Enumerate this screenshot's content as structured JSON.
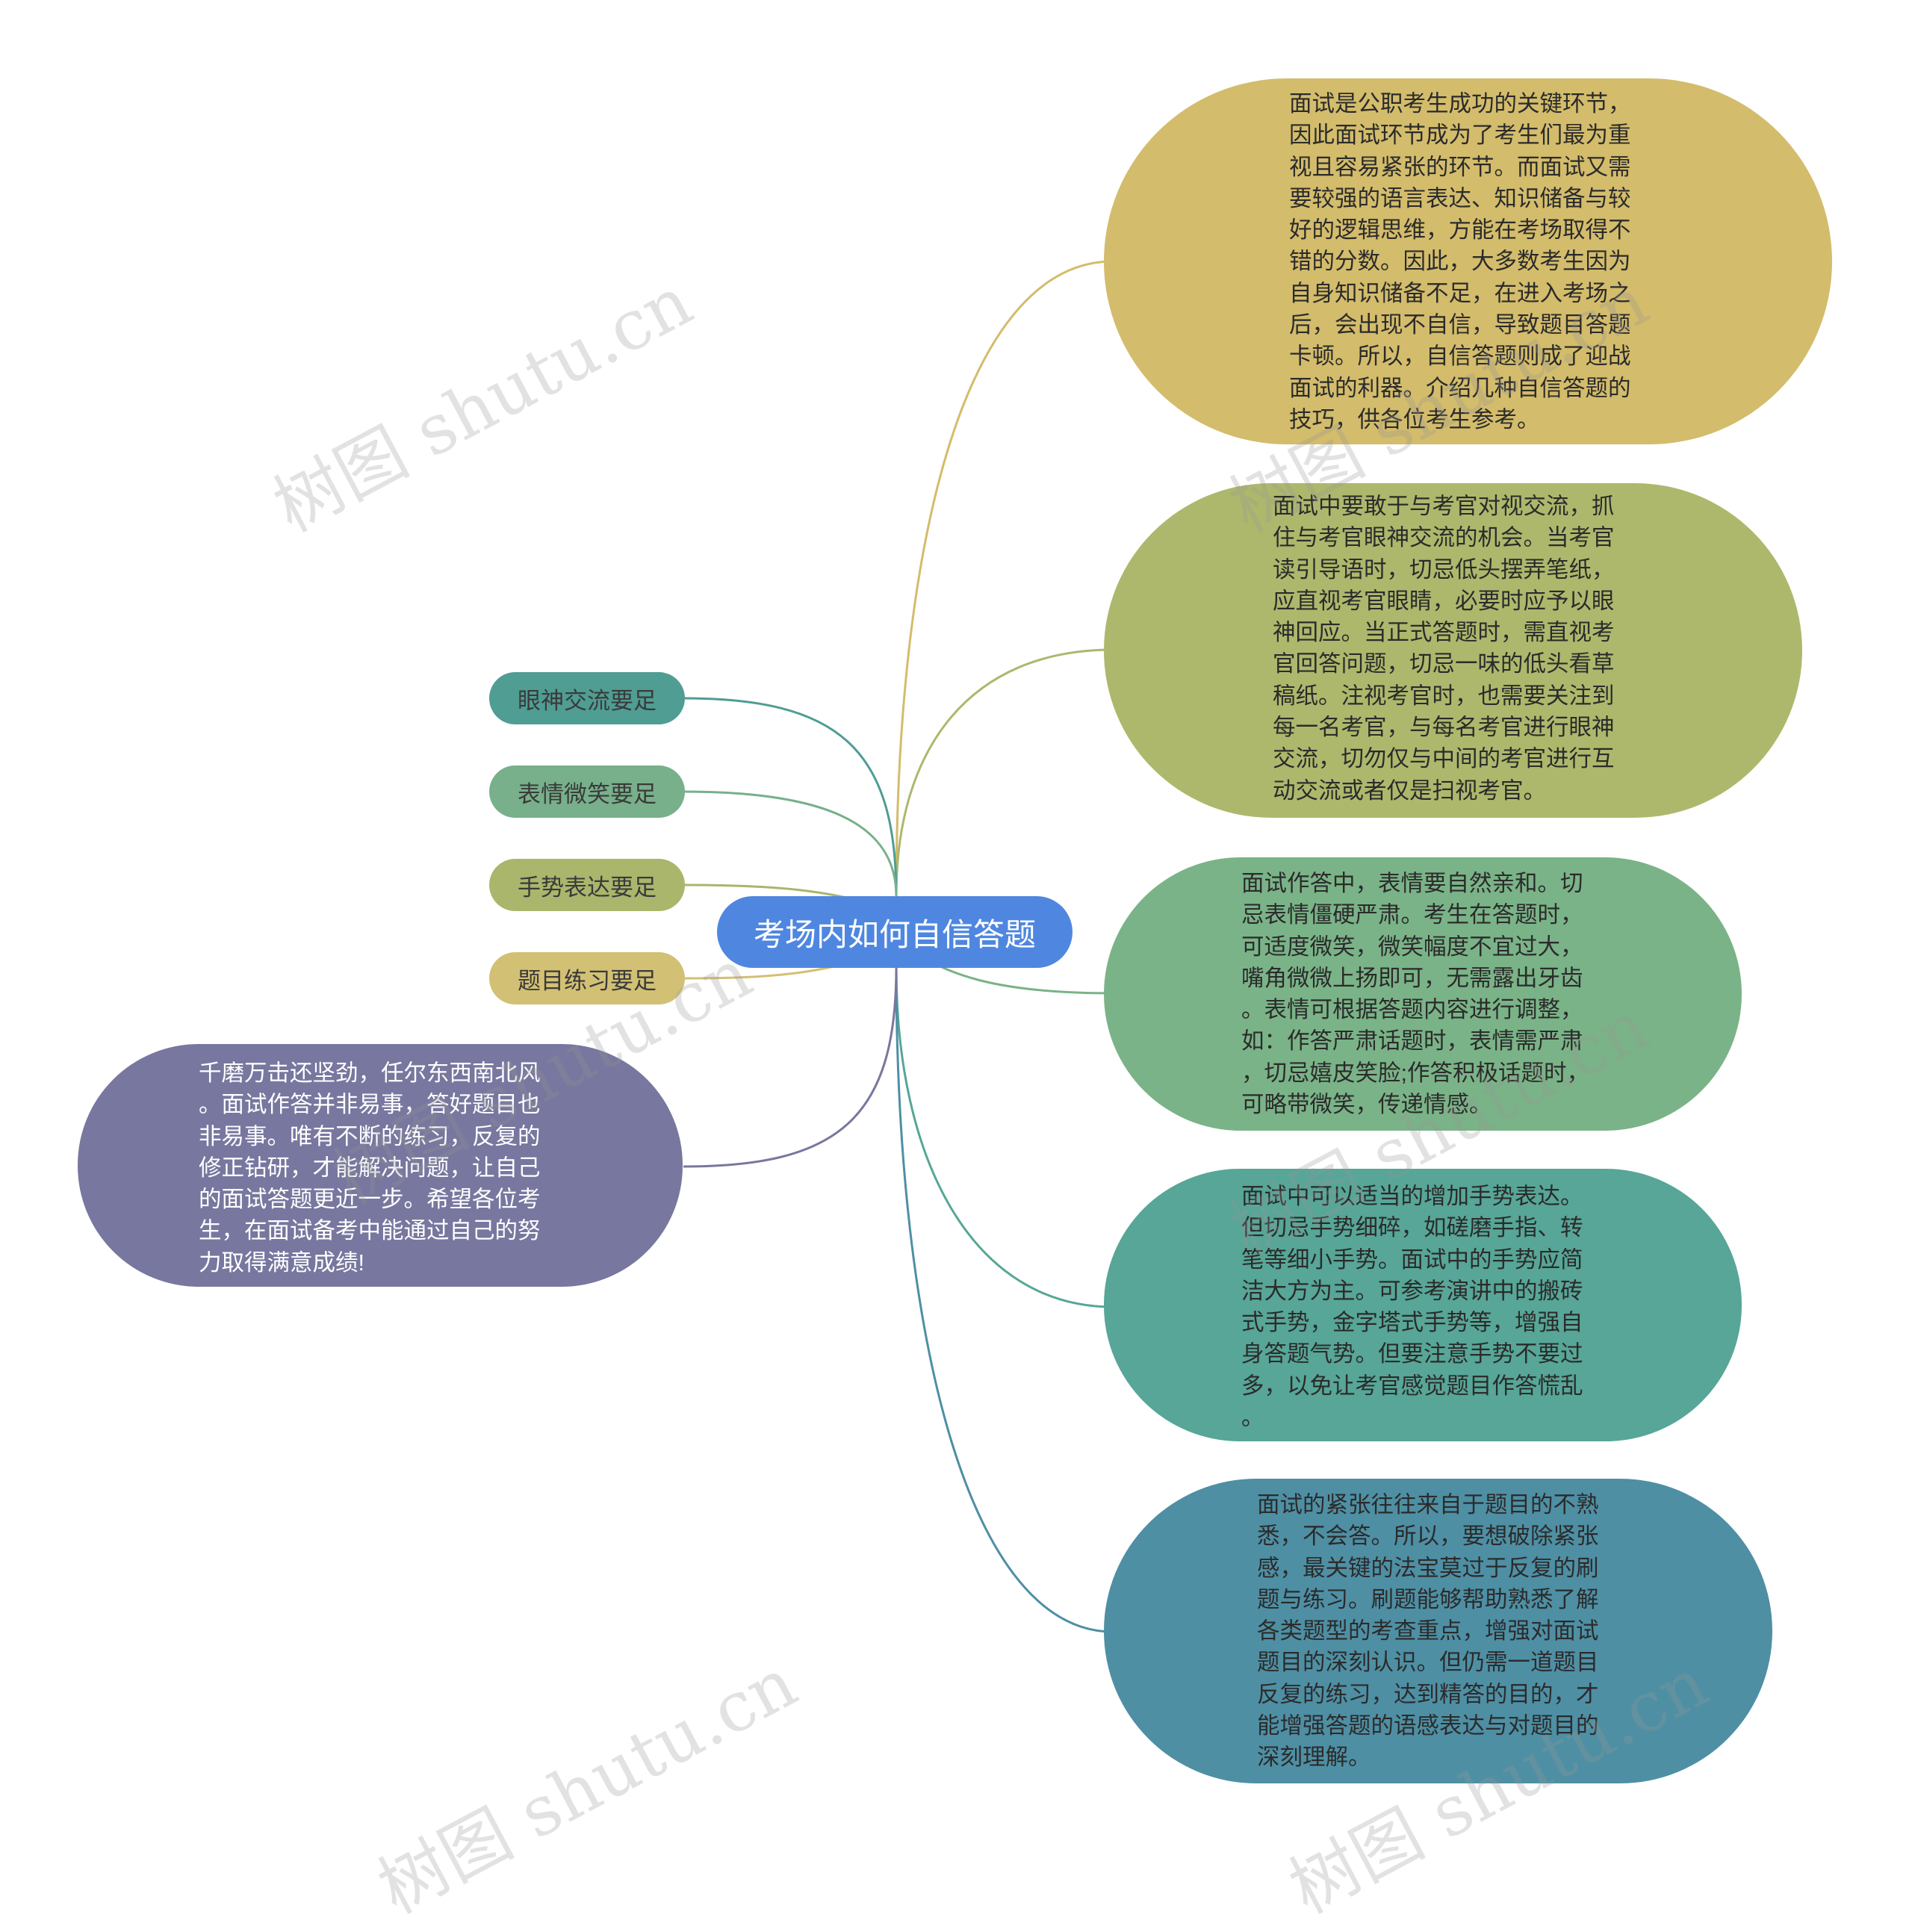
{
  "colors": {
    "root": "#4f87e0",
    "detail_1": "#d3bc6b",
    "detail_2": "#adb86c",
    "detail_3": "#7ab387",
    "detail_4": "#57a697",
    "detail_5": "#4e8fa4",
    "summary": "#77779f",
    "pill_eye": "#4f9d93",
    "pill_face": "#77b08a",
    "pill_hand": "#a9b66c",
    "pill_practice": "#d2c074"
  },
  "root": {
    "label": "考场内如何自信答题"
  },
  "pills": [
    {
      "label": "眼神交流要足"
    },
    {
      "label": "表情微笑要足"
    },
    {
      "label": "手势表达要足"
    },
    {
      "label": "题目练习要足"
    }
  ],
  "details": [
    {
      "text": "面试是公职考生成功的关键环节，\n因此面试环节成为了考生们最为重\n视且容易紧张的环节。而面试又需\n要较强的语言表达、知识储备与较\n好的逻辑思维，方能在考场取得不\n错的分数。因此，大多数考生因为\n自身知识储备不足，在进入考场之\n后，会出现不自信，导致题目答题\n卡顿。所以，自信答题则成了迎战\n面试的利器。介绍几种自信答题的\n技巧，供各位考生参考。"
    },
    {
      "text": "面试中要敢于与考官对视交流，抓\n住与考官眼神交流的机会。当考官\n读引导语时，切忌低头摆弄笔纸，\n应直视考官眼睛，必要时应予以眼\n神回应。当正式答题时，需直视考\n官回答问题，切忌一味的低头看草\n稿纸。注视考官时，也需要关注到\n每一名考官，与每名考官进行眼神\n交流，切勿仅与中间的考官进行互\n动交流或者仅是扫视考官。"
    },
    {
      "text": "面试作答中，表情要自然亲和。切\n忌表情僵硬严肃。考生在答题时，\n可适度微笑，微笑幅度不宜过大，\n嘴角微微上扬即可，无需露出牙齿\n。表情可根据答题内容进行调整，\n如：作答严肃话题时，表情需严肃\n，切忌嬉皮笑脸;作答积极话题时，\n可略带微笑，传递情感。"
    },
    {
      "text": "面试中可以适当的增加手势表达。\n但切忌手势细碎，如磋磨手指、转\n笔等细小手势。面试中的手势应简\n洁大方为主。可参考演讲中的搬砖\n式手势，金字塔式手势等，增强自\n身答题气势。但要注意手势不要过\n多，以免让考官感觉题目作答慌乱\n。"
    },
    {
      "text": "面试的紧张往往来自于题目的不熟\n悉，不会答。所以，要想破除紧张\n感，最关键的法宝莫过于反复的刷\n题与练习。刷题能够帮助熟悉了解\n各类题型的考查重点，增强对面试\n题目的深刻认识。但仍需一道题目\n反复的练习，达到精答的目的，才\n能增强答题的语感表达与对题目的\n深刻理解。"
    }
  ],
  "summary": {
    "text": "千磨万击还坚劲，任尔东西南北风\n。面试作答并非易事，答好题目也\n非易事。唯有不断的练习，反复的\n修正钻研，才能解决问题，让自己\n的面试答题更近一步。希望各位考\n生，在面试备考中能通过自己的努\n力取得满意成绩!"
  },
  "watermark": {
    "text": "树图 shutu.cn"
  }
}
